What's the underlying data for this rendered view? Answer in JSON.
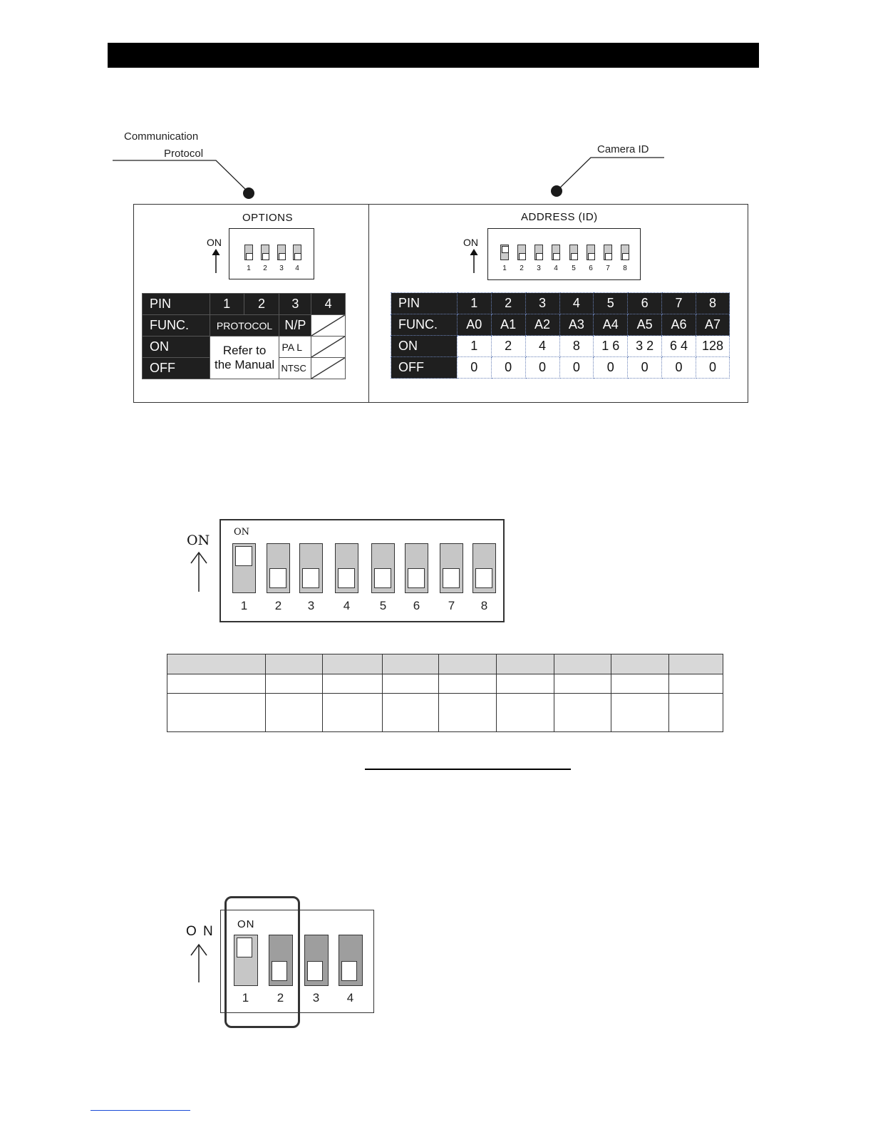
{
  "callouts": {
    "left_line1": "Communication",
    "left_line2": "Protocol",
    "right": "Camera    ID"
  },
  "options_panel": {
    "title": "OPTIONS",
    "on_label": "ON",
    "switch_numbers": [
      "1",
      "2",
      "3",
      "4"
    ],
    "table": {
      "pin_label": "PIN",
      "pins": [
        "1",
        "2",
        "3",
        "4"
      ],
      "func_label": "FUNC.",
      "func_protocol": "PROTOCOL",
      "func_np": "N/P",
      "on_label": "ON",
      "off_label": "OFF",
      "refer_line1": "Refer to",
      "refer_line2": "the Manual",
      "on_np": "PA L",
      "off_np": "NTSC"
    }
  },
  "address_panel": {
    "title": "ADDRESS (ID)",
    "on_label": "ON",
    "switch_numbers": [
      "1",
      "2",
      "3",
      "4",
      "5",
      "6",
      "7",
      "8"
    ],
    "table": {
      "pin_label": "PIN",
      "func_label": "FUNC.",
      "on_label": "ON",
      "off_label": "OFF",
      "pins": [
        "1",
        "2",
        "3",
        "4",
        "5",
        "6",
        "7",
        "8"
      ],
      "funcs": [
        "A0",
        "A1",
        "A2",
        "A3",
        "A4",
        "A5",
        "A6",
        "A7"
      ],
      "on_values": [
        "1",
        "2",
        "4",
        "8",
        "1 6",
        "3 2",
        "6 4",
        "128"
      ],
      "off_values": [
        "0",
        "0",
        "0",
        "0",
        "0",
        "0",
        "0",
        "0"
      ]
    }
  },
  "dip8_example": {
    "arrow_label": "ON",
    "inner_label": "ON",
    "switch_numbers": [
      "1",
      "2",
      "3",
      "4",
      "5",
      "6",
      "7",
      "8"
    ]
  },
  "dip4_example": {
    "arrow_label": "O N",
    "inner_label": "ON",
    "switch_numbers": [
      "1",
      "2",
      "3",
      "4"
    ]
  },
  "colors": {
    "header": "#000000",
    "switch_gray": "#c6c6c6",
    "table_dark": "#1f1f1f",
    "footer_link": "#1a4bd6"
  }
}
